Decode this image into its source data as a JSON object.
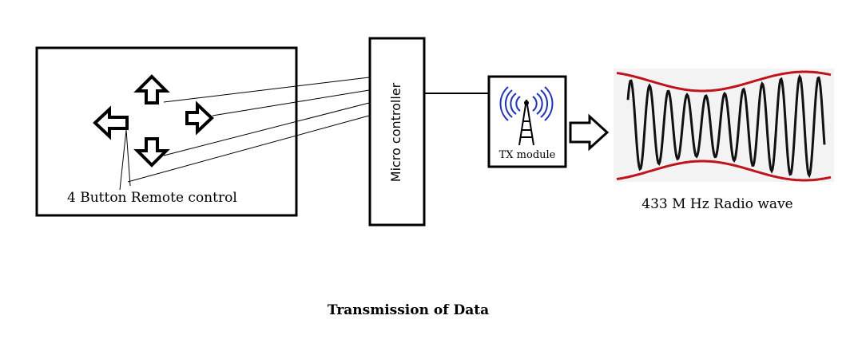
{
  "remote": {
    "label": "4 Button Remote control",
    "buttons": [
      "up-arrow",
      "down-arrow",
      "left-arrow",
      "right-arrow"
    ]
  },
  "microcontroller": {
    "label": "Micro controller"
  },
  "tx": {
    "label": "TX module",
    "icon": "antenna-icon",
    "icon_color": "#1a2fd0"
  },
  "wave": {
    "label": "433 M Hz Radio wave",
    "envelope_color": "#c0141c"
  },
  "caption": "Transmission of Data"
}
